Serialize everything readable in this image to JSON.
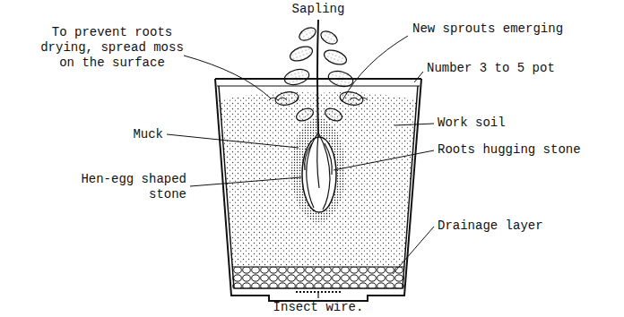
{
  "diagram": {
    "labels": [
      "Sapling",
      "To prevent roots drying, spread moss on the surface",
      "New sprouts emerging",
      "Number 3 to 5 pot",
      "Muck",
      "Work soil",
      "Roots hugging stone",
      "Hen-egg shaped stone",
      "Drainage layer",
      "Insect wire."
    ]
  }
}
